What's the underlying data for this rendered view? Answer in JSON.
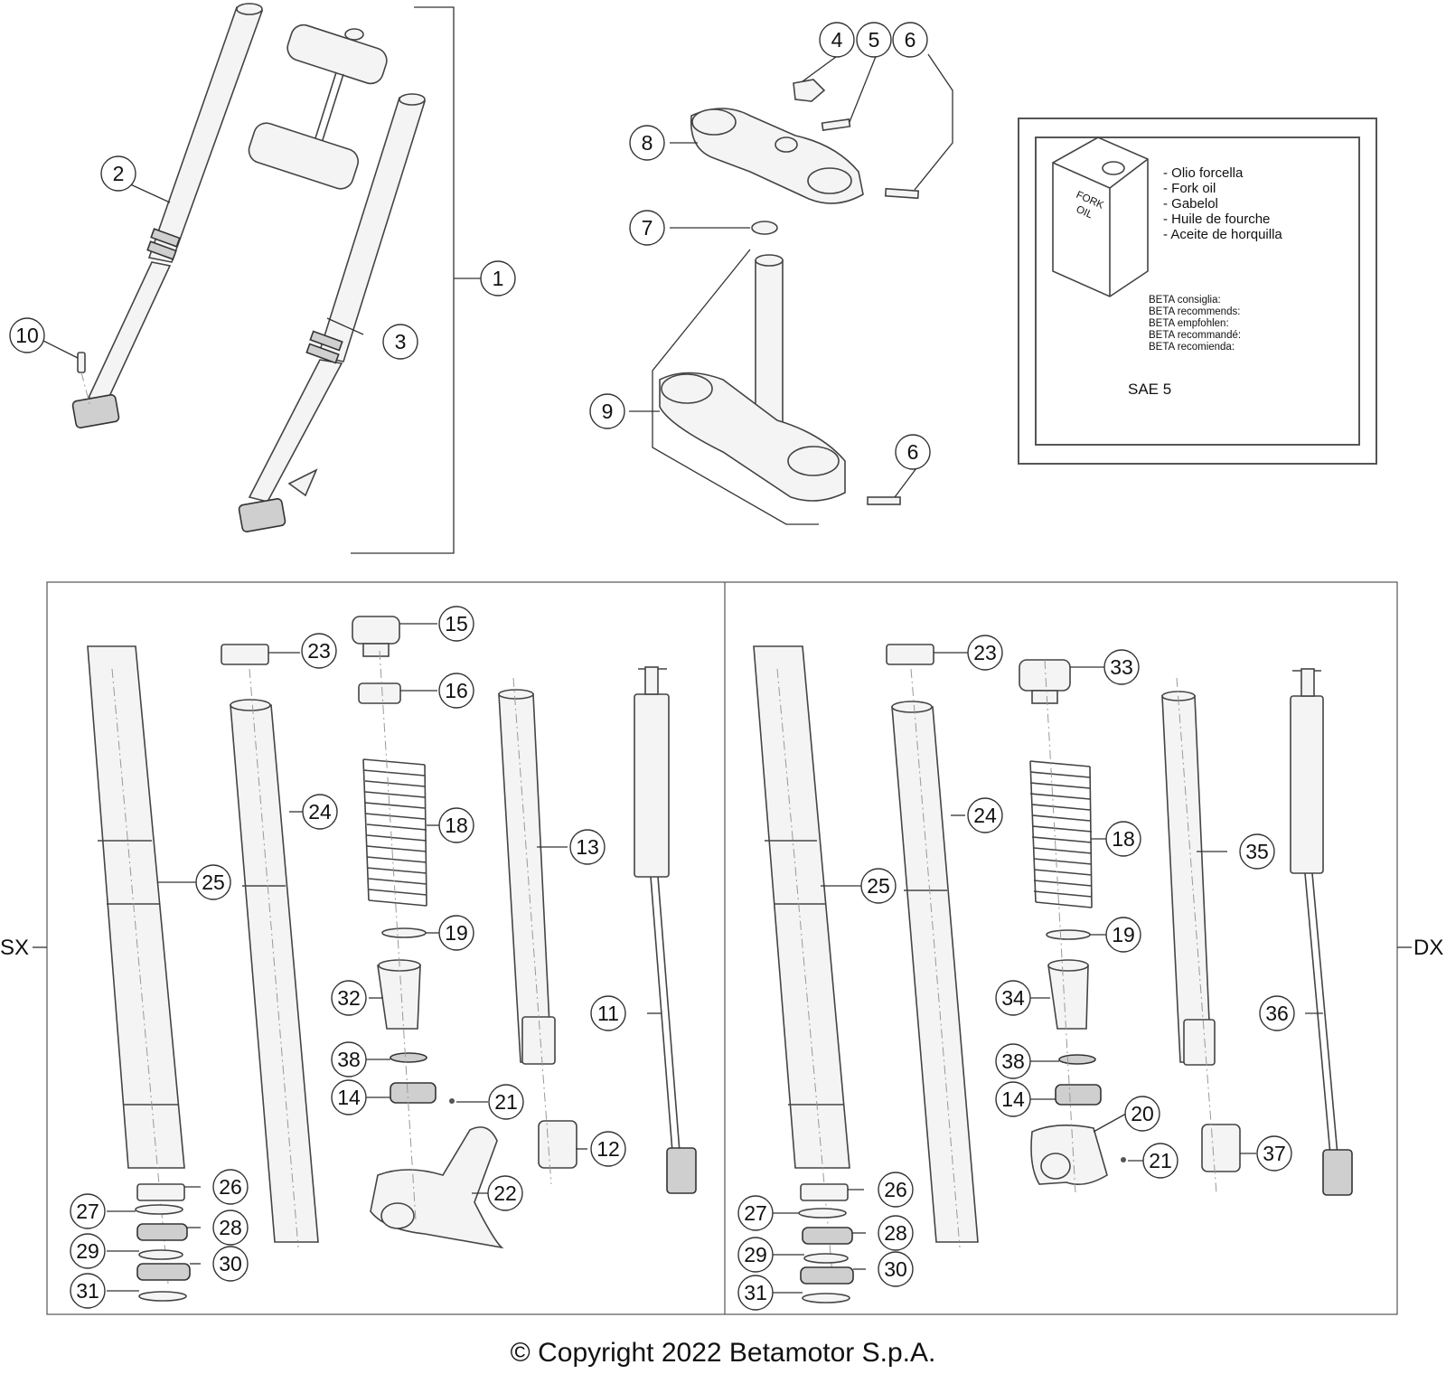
{
  "callouts": {
    "c1": "1",
    "c2": "2",
    "c3": "3",
    "c4": "4",
    "c5": "5",
    "c6a": "6",
    "c6b": "6",
    "c7": "7",
    "c8": "8",
    "c9": "9",
    "c10": "10",
    "sx": {
      "c11": "11",
      "c12": "12",
      "c13": "13",
      "c14": "14",
      "c15": "15",
      "c16": "16",
      "c18": "18",
      "c19": "19",
      "c21": "21",
      "c22": "22",
      "c23": "23",
      "c24": "24",
      "c25": "25",
      "c26": "26",
      "c27": "27",
      "c28": "28",
      "c29": "29",
      "c30": "30",
      "c31": "31",
      "c32": "32",
      "c38": "38"
    },
    "dx": {
      "c14": "14",
      "c18": "18",
      "c19": "19",
      "c20": "20",
      "c21": "21",
      "c23": "23",
      "c24": "24",
      "c25": "25",
      "c26": "26",
      "c27": "27",
      "c28": "28",
      "c29": "29",
      "c30": "30",
      "c31": "31",
      "c33": "33",
      "c34": "34",
      "c35": "35",
      "c36": "36",
      "c37": "37",
      "c38": "38"
    }
  },
  "oil_box": {
    "can_label_1": "FORK",
    "can_label_2": "OIL",
    "names": [
      "- Olio forcella",
      "- Fork oil",
      "- Gabelol",
      "- Huile de fourche",
      "- Aceite de horquilla"
    ],
    "recommends": [
      "BETA consiglia:",
      "BETA recommends:",
      "BETA empfohlen:",
      "BETA recommandé:",
      "BETA recomienda:"
    ],
    "grade": "SAE 5"
  },
  "side_labels": {
    "left": "SX",
    "right": "DX"
  },
  "copyright": "© Copyright 2022 Betamotor S.p.A."
}
